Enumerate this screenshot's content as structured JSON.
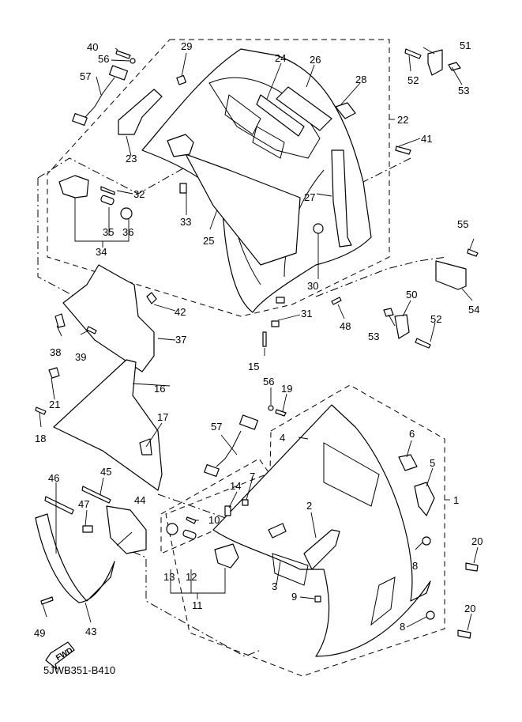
{
  "diagram": {
    "title": "Cowling parts diagram",
    "code": "5JWB351-B410",
    "fwd_label": "FWD",
    "callouts": {
      "c1": "1",
      "c2": "2",
      "c3": "3",
      "c4": "4",
      "c5": "5",
      "c6": "6",
      "c7": "7",
      "c8a": "8",
      "c8b": "8",
      "c9": "9",
      "c10": "10",
      "c11": "11",
      "c12": "12",
      "c13": "13",
      "c14": "14",
      "c15": "15",
      "c16": "16",
      "c17": "17",
      "c18": "18",
      "c19": "19",
      "c20a": "20",
      "c20b": "20",
      "c21": "21",
      "c22": "22",
      "c23": "23",
      "c24": "24",
      "c25": "25",
      "c26": "26",
      "c27": "27",
      "c28": "28",
      "c29": "29",
      "c30": "30",
      "c31": "31",
      "c32": "32",
      "c33": "33",
      "c34": "34",
      "c35": "35",
      "c36": "36",
      "c37": "37",
      "c38": "38",
      "c39": "39",
      "c40": "40",
      "c41": "41",
      "c42": "42",
      "c43": "43",
      "c44": "44",
      "c45": "45",
      "c46": "46",
      "c47": "47",
      "c48": "48",
      "c49": "49",
      "c50": "50",
      "c51": "51",
      "c52a": "52",
      "c52b": "52",
      "c53a": "53",
      "c53b": "53",
      "c54": "54",
      "c55": "55",
      "c56a": "56",
      "c56b": "56",
      "c57a": "57",
      "c57b": "57"
    }
  }
}
